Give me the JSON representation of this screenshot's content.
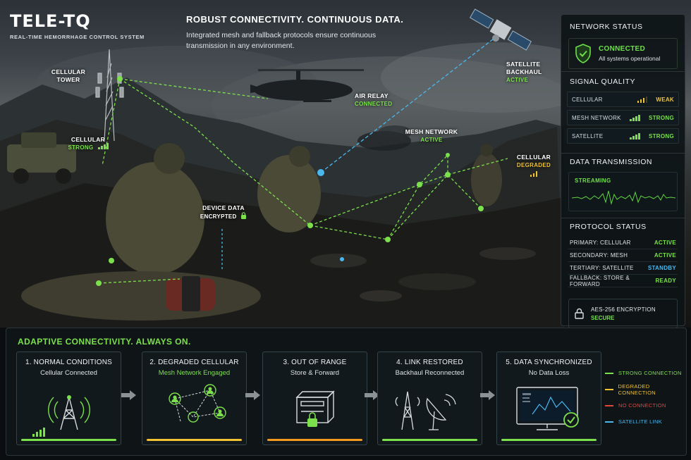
{
  "brand": {
    "logo": "TELE-TQ",
    "subtitle": "REAL-TIME HEMORRHAGE CONTROL SYSTEM"
  },
  "headline": {
    "title": "ROBUST CONNECTIVITY. CONTINUOUS DATA.",
    "text": "Integrated mesh and fallback protocols ensure continuous transmission in any environment."
  },
  "scene_labels": {
    "cellular_tower": "CELLULAR TOWER",
    "cellular_left": {
      "label": "CELLULAR",
      "status": "STRONG"
    },
    "satellite": {
      "label": "SATELLITE BACKHAUL",
      "status": "ACTIVE"
    },
    "air_relay": {
      "label": "AIR RELAY",
      "status": "CONNECTED"
    },
    "mesh": {
      "label": "MESH NETWORK",
      "status": "ACTIVE"
    },
    "cellular_right": {
      "label": "CELLULAR",
      "status": "DEGRADED"
    },
    "device_data": {
      "label": "DEVICE DATA",
      "status": "ENCRYPTED"
    }
  },
  "panel": {
    "network_status": {
      "title": "NETWORK STATUS",
      "state": "CONNECTED",
      "detail": "All systems operational"
    },
    "signal_quality": {
      "title": "SIGNAL QUALITY",
      "rows": [
        {
          "name": "CELLULAR",
          "value": "WEAK",
          "color": "#f1c232"
        },
        {
          "name": "MESH NETWORK",
          "value": "STRONG",
          "color": "#7be04c"
        },
        {
          "name": "SATELLITE",
          "value": "STRONG",
          "color": "#7be04c"
        }
      ]
    },
    "data_transmission": {
      "title": "DATA TRANSMISSION",
      "state": "STREAMING"
    },
    "protocol_status": {
      "title": "PROTOCOL STATUS",
      "rows": [
        {
          "name": "PRIMARY: CELLULAR",
          "value": "ACTIVE",
          "color": "#7be04c"
        },
        {
          "name": "SECONDARY: MESH",
          "value": "ACTIVE",
          "color": "#7be04c"
        },
        {
          "name": "TERTIARY: SATELLITE",
          "value": "STANDBY",
          "color": "#49b8ef"
        },
        {
          "name": "FALLBACK: STORE & FORWARD",
          "value": "READY",
          "color": "#7be04c"
        }
      ]
    },
    "encryption": {
      "label": "AES-256 ENCRYPTION",
      "state": "SECURE"
    }
  },
  "bottom": {
    "title": "ADAPTIVE CONNECTIVITY. ALWAYS ON.",
    "steps": [
      {
        "title": "1. NORMAL CONDITIONS",
        "subtitle": "Cellular Connected",
        "bar_color": "#7be04c",
        "icon": "cell-tower-icon"
      },
      {
        "title": "2. DEGRADED CELLULAR",
        "subtitle": "Mesh Network Engaged",
        "bar_color": "#f1c232",
        "icon": "mesh-network-icon"
      },
      {
        "title": "3. OUT OF RANGE",
        "subtitle": "Store & Forward",
        "bar_color": "#f39a1e",
        "icon": "storage-lock-icon"
      },
      {
        "title": "4. LINK RESTORED",
        "subtitle": "Backhaul Reconnected",
        "bar_color": "#7be04c",
        "icon": "tower-dish-icon"
      },
      {
        "title": "5. DATA SYNCHRONIZED",
        "subtitle": "No Data Loss",
        "bar_color": "#7be04c",
        "icon": "monitor-check-icon"
      }
    ],
    "legend": [
      {
        "label": "STRONG CONNECTION",
        "color": "#7be04c"
      },
      {
        "label": "DEGRADED CONNECTION",
        "color": "#f1c232"
      },
      {
        "label": "NO CONNECTION",
        "color": "#e2473b"
      },
      {
        "label": "SATELLITE LINK",
        "color": "#49b8ef"
      }
    ]
  }
}
